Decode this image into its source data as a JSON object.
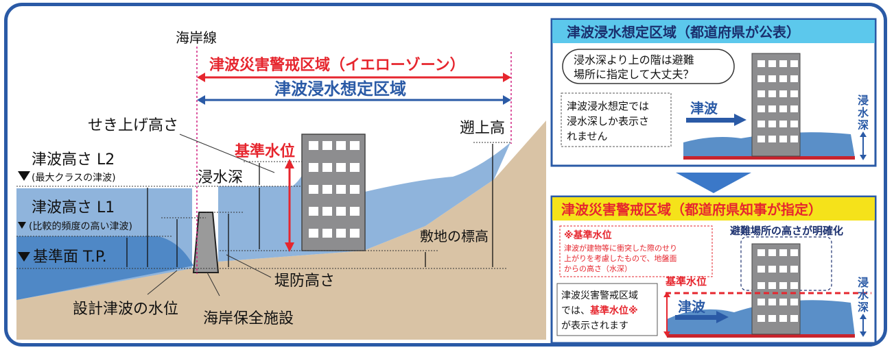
{
  "left": {
    "shoreline": "海岸線",
    "yellow_zone": "津波災害警戒区域（イエローゾーン）",
    "inundation_area": "津波浸水想定区域",
    "sekiage": "せき上げ高さ",
    "kijun_suii": "基準水位",
    "shinsui_fuka": "浸水深",
    "sojo_ko": "遡上高",
    "tsunami_l2": "津波高さ L2",
    "l2_note": "(最大クラスの津波)",
    "tsunami_l1": "津波高さ L1",
    "l1_note": "(比較的頻度の高い津波)",
    "kijunmen": "基準面 T.P.",
    "shikichi": "敷地の標高",
    "teibo": "堤防高さ",
    "sekkei": "設計津波の水位",
    "kaigan_hozen": "海岸保全施設"
  },
  "panel_top": {
    "title": "津波浸水想定区域（都道府県が公表）",
    "bubble_line1": "浸水深より上の階は避難",
    "bubble_line2": "場所に指定して大丈夫？",
    "note_line1": "津波浸水想定では",
    "note_line2": "浸水深しか表示さ",
    "note_line3": "れません",
    "tsunami": "津波",
    "side_label": [
      "浸",
      "水",
      "深"
    ]
  },
  "panel_bottom": {
    "title": "津波災害警戒区域（都道府県知事が指定）",
    "note_title": "※基準水位",
    "note_line1": "津波が建物等に衝突した際のせり",
    "note_line2": "上がりを考慮したもので、地盤面",
    "note_line3": "からの高さ（水深）",
    "evac_height": "避難場所の高さが明確化",
    "kijun_suii": "基準水位",
    "tsunami": "津波",
    "box_line1": "津波災害警戒区域",
    "box_line2_a": "では、",
    "box_line2_b": "基準水位※",
    "box_line3": "が表示されます",
    "side_label": [
      "浸",
      "水",
      "深"
    ]
  },
  "colors": {
    "frame": "#2a5aa6",
    "red": "#e6262e",
    "blue": "#2a5aa6",
    "panel_top_header": "#5cc8ec",
    "panel_bottom_header": "#f5e21a",
    "sea": "#8fb4dc",
    "sea_deep": "#4f88c6",
    "ground": "#d9c3a5",
    "building": "#8d8d8f"
  }
}
